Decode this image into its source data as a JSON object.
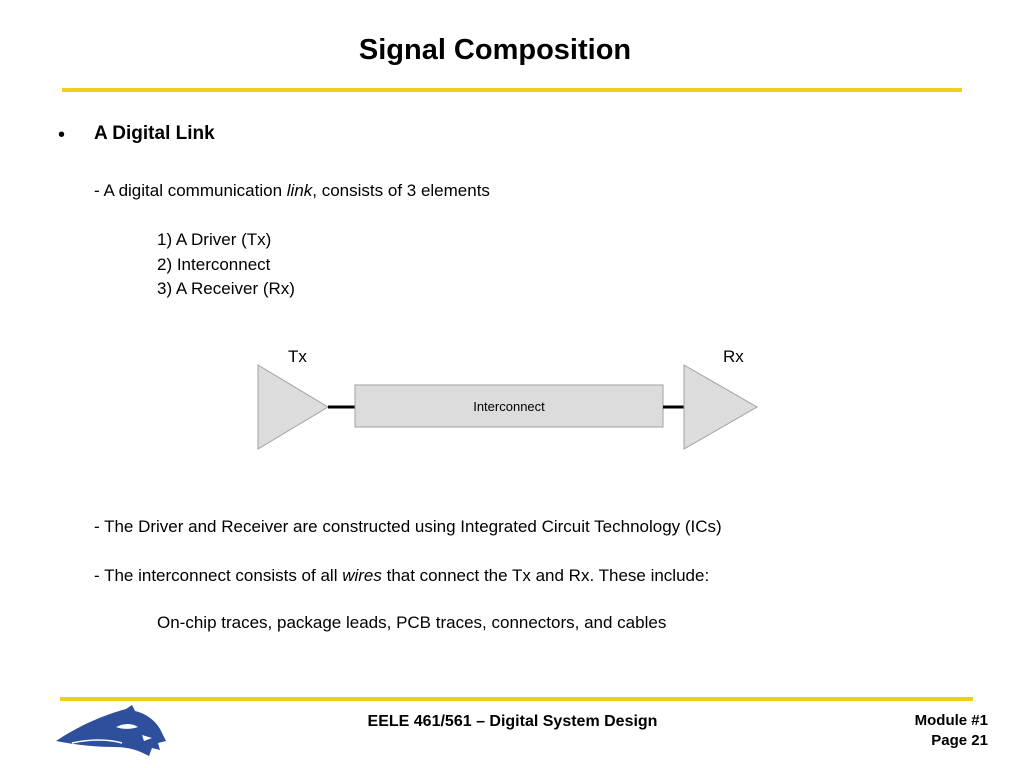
{
  "slide": {
    "title": "Signal Composition"
  },
  "content": {
    "bullet_symbol": "•",
    "heading": "A Digital Link",
    "line1": {
      "before": "- A digital communication ",
      "emphasis": "link",
      "after": ", consists of 3 elements"
    },
    "elements": [
      "1) A Driver (Tx)",
      "2) Interconnect",
      "3) A Receiver (Rx)"
    ],
    "line2": "- The Driver and Receiver are constructed using Integrated Circuit Technology (ICs)",
    "line3": {
      "before": "- The interconnect consists of all ",
      "emphasis": "wires",
      "after": " that connect the Tx and Rx.  These include:"
    },
    "line4": "On-chip traces, package leads, PCB traces, connectors, and cables"
  },
  "diagram": {
    "tx_label": "Tx",
    "rx_label": "Rx",
    "interconnect_label": "Interconnect",
    "fill_color": "#dcdcdc",
    "stroke_color": "#a0a0a0"
  },
  "footer": {
    "course": "EELE 461/561 – Digital System Design",
    "module": "Module #1",
    "page": "Page 21",
    "accent_color": "#f5cd1e",
    "logo_color": "#2d4f9c",
    "logo": "bobcat-logo"
  }
}
